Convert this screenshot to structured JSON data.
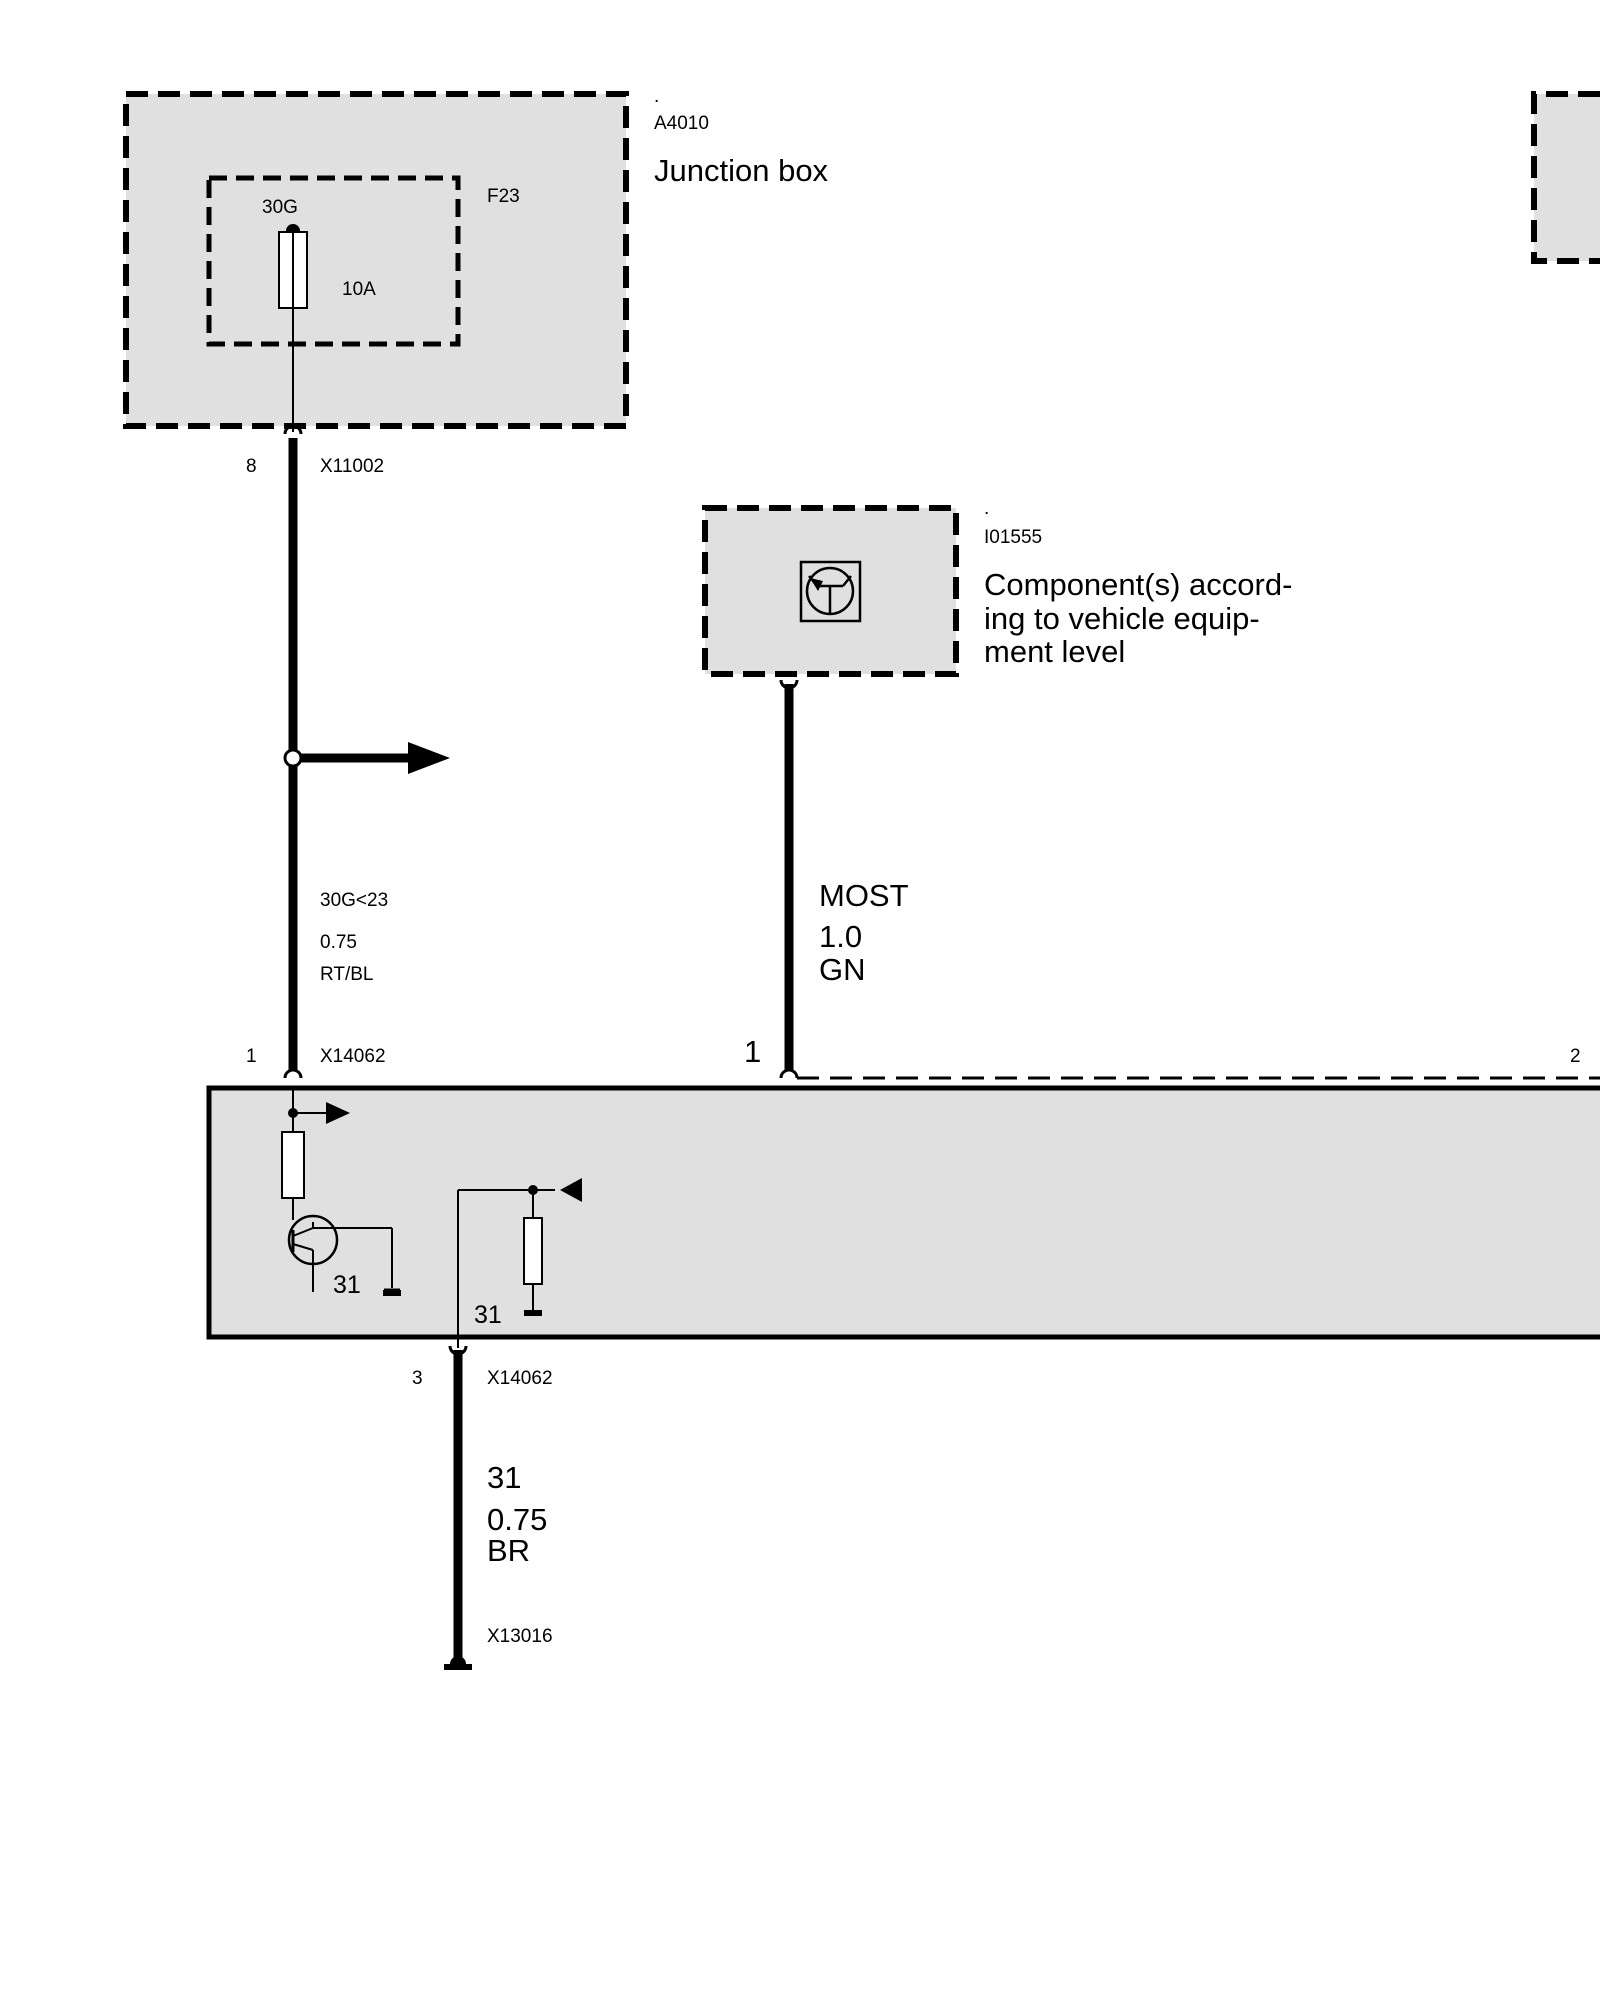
{
  "junction_box": {
    "dot": ".",
    "code": "A4010",
    "title": "Junction box",
    "fuse_id": "F23",
    "fuse_terminal": "30G",
    "fuse_rating": "10A"
  },
  "connector_top": {
    "pin": "8",
    "id": "X11002"
  },
  "wire_supply": {
    "signal": "30G<23",
    "gauge": "0.75",
    "color": "RT/BL"
  },
  "optional_component": {
    "dot": ".",
    "code": "I01555",
    "desc_line1": "Component(s) accord-",
    "desc_line2": "ing to vehicle equip-",
    "desc_line3": "ment level"
  },
  "wire_most": {
    "signal": "MOST",
    "gauge": "1.0",
    "color": "GN"
  },
  "module_connector": {
    "pin_left": "1",
    "id_left": "X14062",
    "pin_most": "1",
    "pin_right": "2",
    "pin_bottom": "3",
    "id_bottom": "X14062"
  },
  "module_internal": {
    "ground_label_1": "31",
    "ground_label_2": "31"
  },
  "wire_ground": {
    "signal": "31",
    "gauge": "0.75",
    "color": "BR"
  },
  "ground_point": {
    "id": "X13016"
  }
}
